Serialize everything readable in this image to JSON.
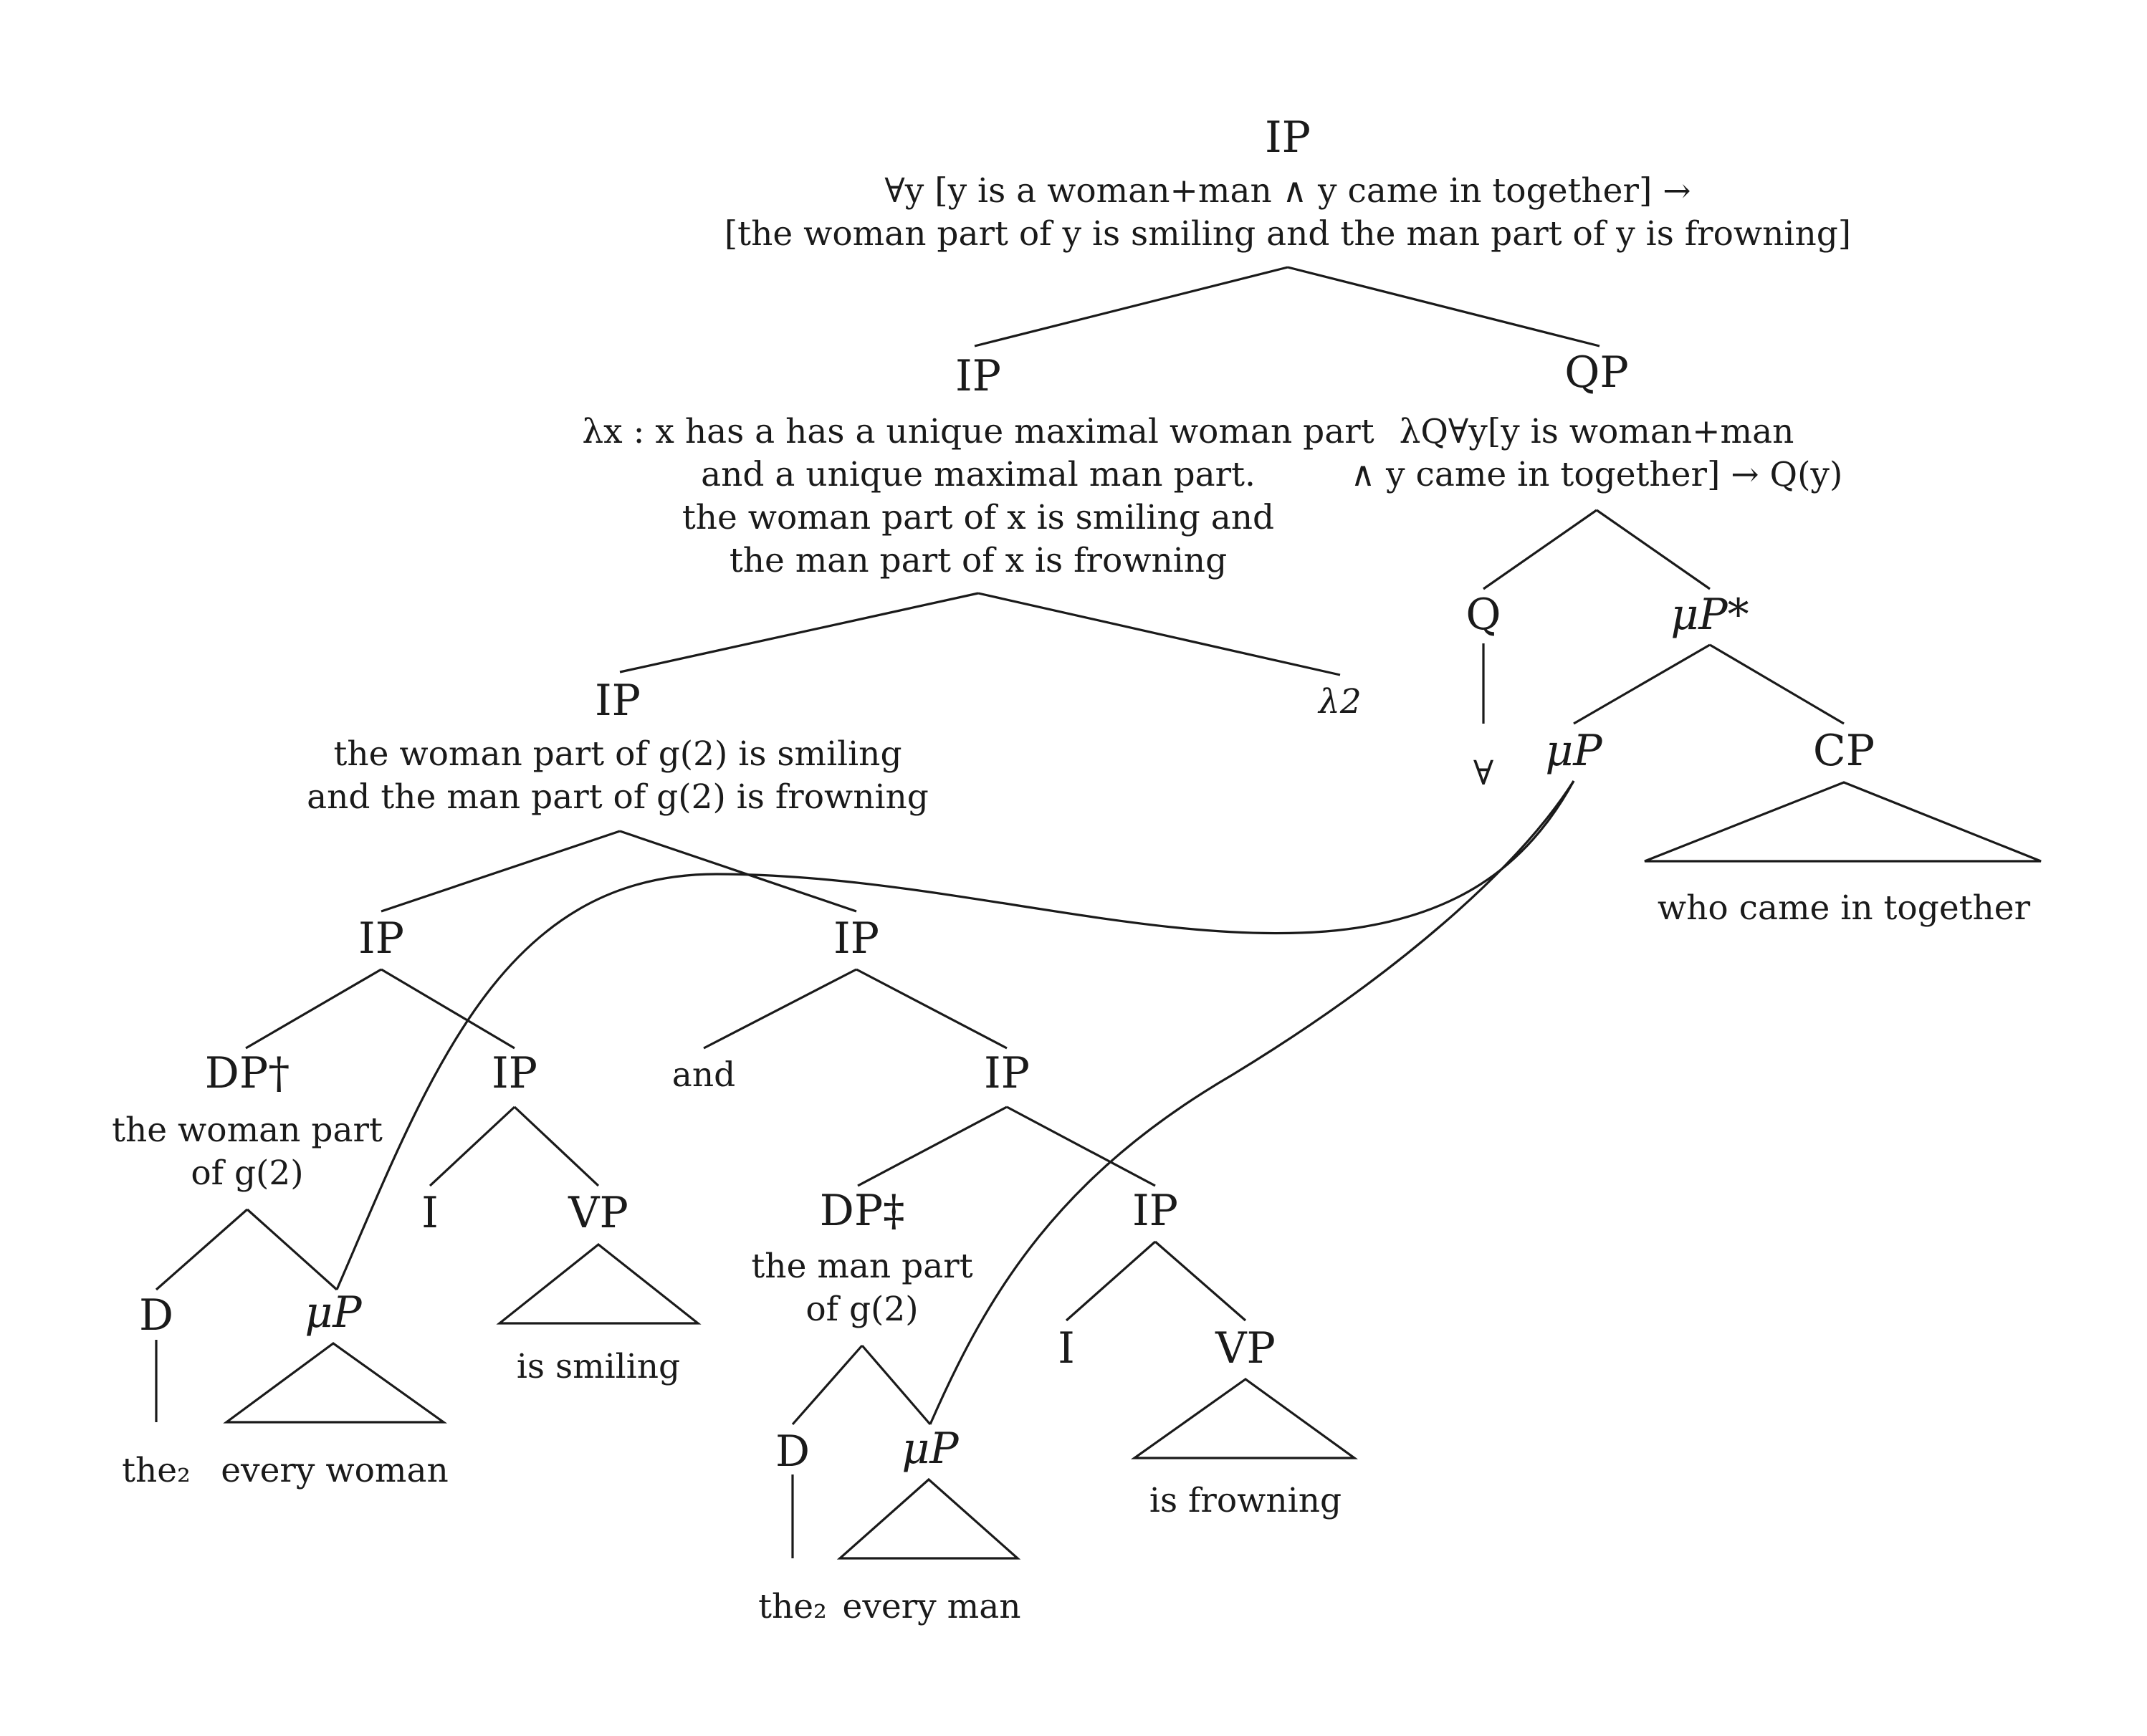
{
  "root": {
    "label": "IP",
    "sem": [
      "∀y [y is a woman+man ∧ y came in together] →",
      "[the woman part of y is smiling and the man part of y is frowning]"
    ]
  },
  "left_ip": {
    "label": "IP",
    "sem": [
      "λx : x has a has a unique maximal woman part",
      "and a unique maximal man part.",
      "the woman part of x is smiling and",
      "the man part of x is frowning"
    ]
  },
  "qp": {
    "label": "QP",
    "sem": [
      "λQ∀y[y is woman+man",
      "∧ y came in together] → Q(y)"
    ],
    "q_label": "Q",
    "q_leaf": "∀",
    "mup_star": "μP*",
    "mup": "μP",
    "cp": "CP",
    "cp_leaf": "who came in together"
  },
  "lambda": "λ2",
  "conj_ip": {
    "label": "IP",
    "sem": [
      "the woman part of g(2) is smiling",
      "and the man part of g(2) is frowning"
    ]
  },
  "ip_a": {
    "label": "IP",
    "dp_label": "DP†",
    "dp_sem": [
      "the woman part",
      "of g(2)"
    ],
    "d_label": "D",
    "d_leaf": "the₂",
    "mup_label": "μP",
    "mup_leaf": "every woman",
    "ip_label": "IP",
    "i_label": "I",
    "vp_label": "VP",
    "vp_leaf": "is smiling"
  },
  "ip_b": {
    "label": "IP",
    "and": "and",
    "ip_label": "IP",
    "dp_label": "DP‡",
    "dp_sem": [
      "the man part",
      "of g(2)"
    ],
    "d_label": "D",
    "d_leaf": "the₂",
    "mup_label": "μP",
    "mup_leaf": "every man",
    "ip2_label": "IP",
    "i_label": "I",
    "vp_label": "VP",
    "vp_leaf": "is frowning"
  }
}
